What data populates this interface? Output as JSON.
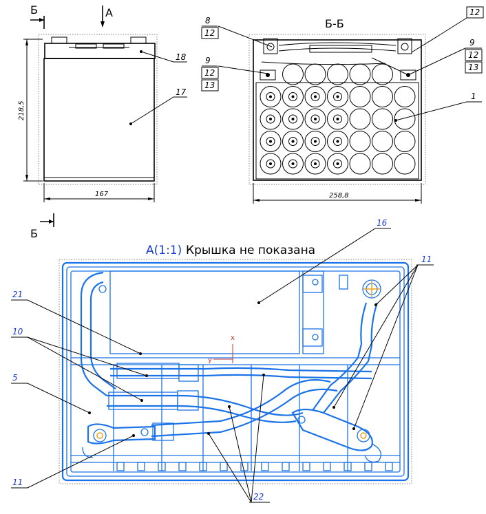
{
  "section_marks": {
    "b_top": "Б",
    "a_view": "А",
    "b_bottom": "Б",
    "section_title": "Б-Б"
  },
  "view_title": {
    "prefix": "А(1:1)",
    "text": "Крышка не показана"
  },
  "dimensions": {
    "height": "218,5",
    "width_left": "167",
    "width_right": "258,8"
  },
  "callouts_top_left": {
    "c18": "18",
    "c17": "17"
  },
  "callouts_section": {
    "c8": "8",
    "c12a": "12",
    "c9a": "9",
    "c12b": "12",
    "c13a": "13",
    "c12top": "12",
    "c9b": "9",
    "c12c": "12",
    "c13b": "13",
    "c1": "1"
  },
  "callouts_plan": {
    "c16": "16",
    "c11a": "11",
    "c21": "21",
    "c10": "10",
    "c5": "5",
    "c11b": "11",
    "c22": "22"
  },
  "colors": {
    "line": "#000000",
    "plan_blue": "#1a73e8",
    "title_blue": "#1a3bd0"
  }
}
